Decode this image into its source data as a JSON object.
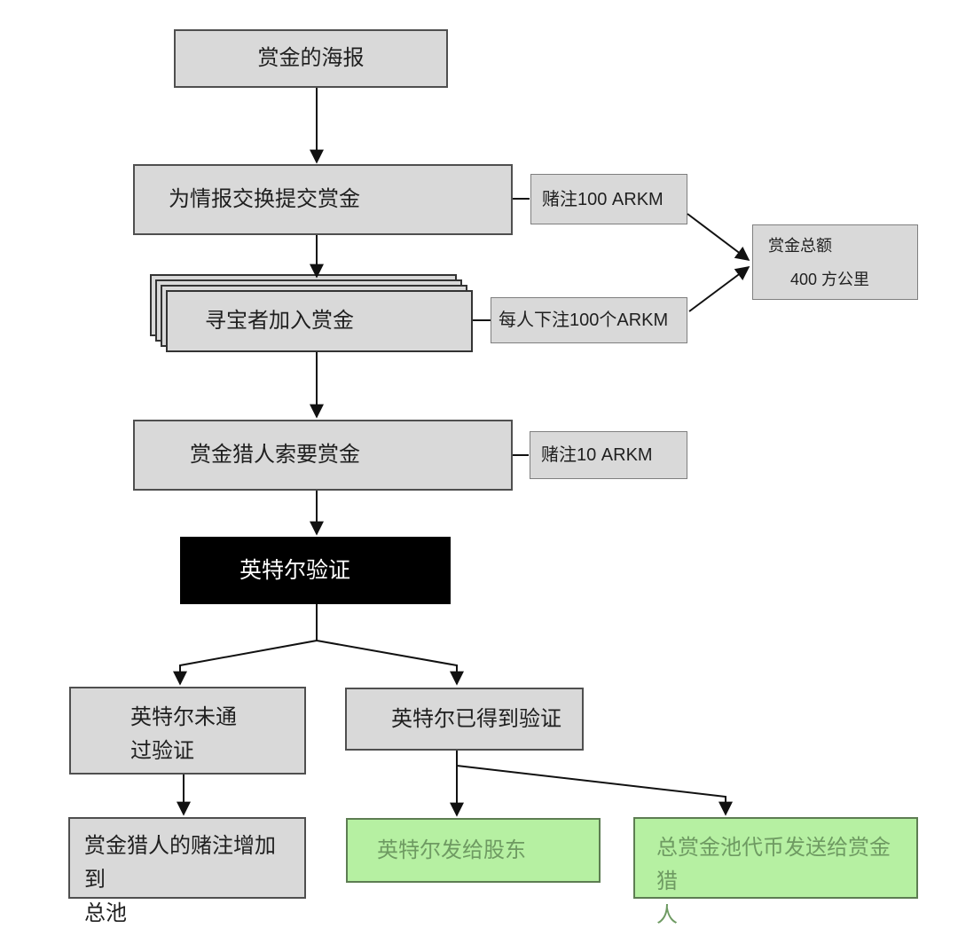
{
  "diagram": {
    "type": "flowchart",
    "nodes": {
      "poster": {
        "label": "赏金的海报"
      },
      "submit_bounty": {
        "label": "为情报交换提交赏金"
      },
      "stake_100": {
        "label": "赌注100 ARKM"
      },
      "hunters_join": {
        "label": "寻宝者加入赏金"
      },
      "per_person_stake": {
        "label": "每人下注100个ARKM"
      },
      "bounty_total": {
        "title": "赏金总额",
        "value": "400 方公里"
      },
      "claim_bounty": {
        "label": "赏金猎人索要赏金"
      },
      "stake_10": {
        "label": "赌注10 ARKM"
      },
      "intel_verification": {
        "label": "英特尔验证"
      },
      "intel_not_verified": {
        "label": "英特尔未通\n过验证"
      },
      "intel_verified": {
        "label": "英特尔已得到验证"
      },
      "stake_to_pool": {
        "label": "赏金猎人的赌注增加到\n总池"
      },
      "intel_to_shareholders": {
        "label": "英特尔发给股东"
      },
      "pool_to_hunter": {
        "label": "总赏金池代币发送给赏金猎\n人"
      }
    },
    "colors": {
      "gray_fill": "#d9d9d9",
      "gray_border": "#4f4f4f",
      "black_fill": "#000000",
      "black_text": "#ffffff",
      "green_fill": "#b6f0a2",
      "green_border": "#5d7d52",
      "green_text": "#6e9a62",
      "line": "#111111"
    }
  }
}
